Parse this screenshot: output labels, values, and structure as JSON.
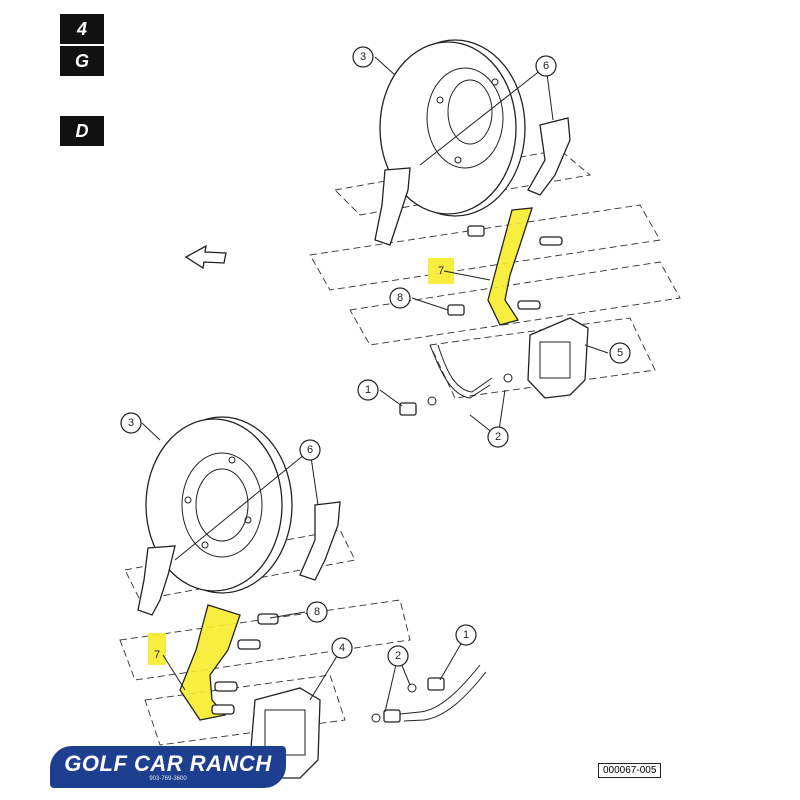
{
  "tags": [
    "4",
    "G",
    "D"
  ],
  "upper_assembly": {
    "callouts": [
      "3",
      "6",
      "7",
      "8",
      "5",
      "1",
      "2"
    ]
  },
  "lower_assembly": {
    "callouts": [
      "3",
      "6",
      "8",
      "7",
      "4",
      "2",
      "1"
    ]
  },
  "logo": {
    "name": "GOLF CAR RANCH",
    "phone": "903-769-3600"
  },
  "figure_ref": "000067-005",
  "colors": {
    "highlight": "#f7ec2a",
    "logo_bg": "#1e3f8f",
    "line": "#222222"
  }
}
